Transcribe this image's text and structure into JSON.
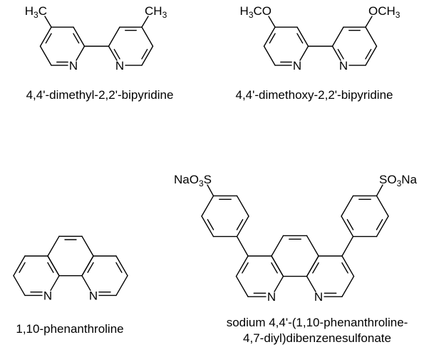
{
  "colors": {
    "ink": "#000000",
    "background": "#ffffff"
  },
  "molecules": [
    {
      "name": "4,4'-dimethyl-2,2'-bipyridine",
      "caption": [
        "4,4'-dimethyl-2,2'-bipyridine"
      ],
      "substituent_left": "H3C",
      "substituent_right": "CH3",
      "hetero": "N"
    },
    {
      "name": "4,4'-dimethoxy-2,2'-bipyridine",
      "caption": [
        "4,4'-dimethoxy-2,2'-bipyridine"
      ],
      "substituent_left": "H3CO",
      "substituent_right": "OCH3",
      "hetero": "N"
    },
    {
      "name": "1,10-phenanthroline",
      "caption": [
        "1,10-phenanthroline"
      ],
      "hetero": "N"
    },
    {
      "name": "sodium 4,4'-(1,10-phenanthroline-4,7-diyl)dibenzenesulfonate",
      "caption": [
        "sodium 4,4'-(1,10-phenanthroline-",
        "4,7-diyl)dibenzenesulfonate"
      ],
      "substituent_left": "NaO3S",
      "substituent_right": "SO3Na",
      "hetero": "N"
    }
  ]
}
